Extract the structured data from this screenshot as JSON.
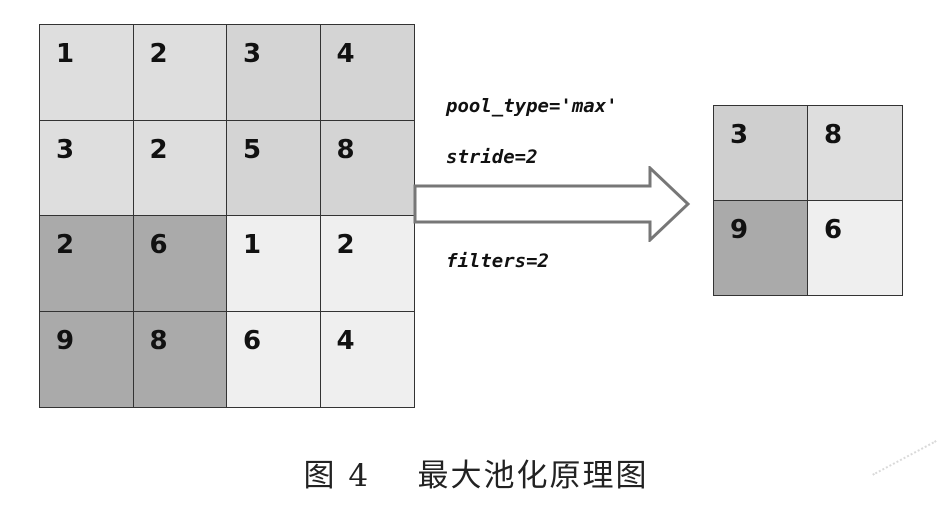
{
  "input_matrix": {
    "rows": [
      [
        "1",
        "2",
        "3",
        "4"
      ],
      [
        "3",
        "2",
        "5",
        "8"
      ],
      [
        "2",
        "6",
        "1",
        "2"
      ],
      [
        "9",
        "8",
        "6",
        "4"
      ]
    ],
    "fills": [
      [
        "#dedede",
        "#dedede",
        "#d4d4d4",
        "#d4d4d4"
      ],
      [
        "#dedede",
        "#dedede",
        "#d4d4d4",
        "#d4d4d4"
      ],
      [
        "#aaaaaa",
        "#aaaaaa",
        "#efefef",
        "#efefef"
      ],
      [
        "#aaaaaa",
        "#aaaaaa",
        "#efefef",
        "#efefef"
      ]
    ]
  },
  "output_matrix": {
    "rows": [
      [
        "3",
        "8"
      ],
      [
        "9",
        "6"
      ]
    ],
    "fills": [
      [
        "#cfcfcf",
        "#dedede"
      ],
      [
        "#aaaaaa",
        "#efefef"
      ]
    ]
  },
  "params": {
    "pool_type": "pool_type='max'",
    "stride": "stride=2",
    "filters": "filters=2"
  },
  "caption": "图 4    最大池化原理图",
  "colors": {
    "border": "#333333",
    "arrow_stroke": "#777777",
    "arrow_fill": "#ffffff"
  }
}
